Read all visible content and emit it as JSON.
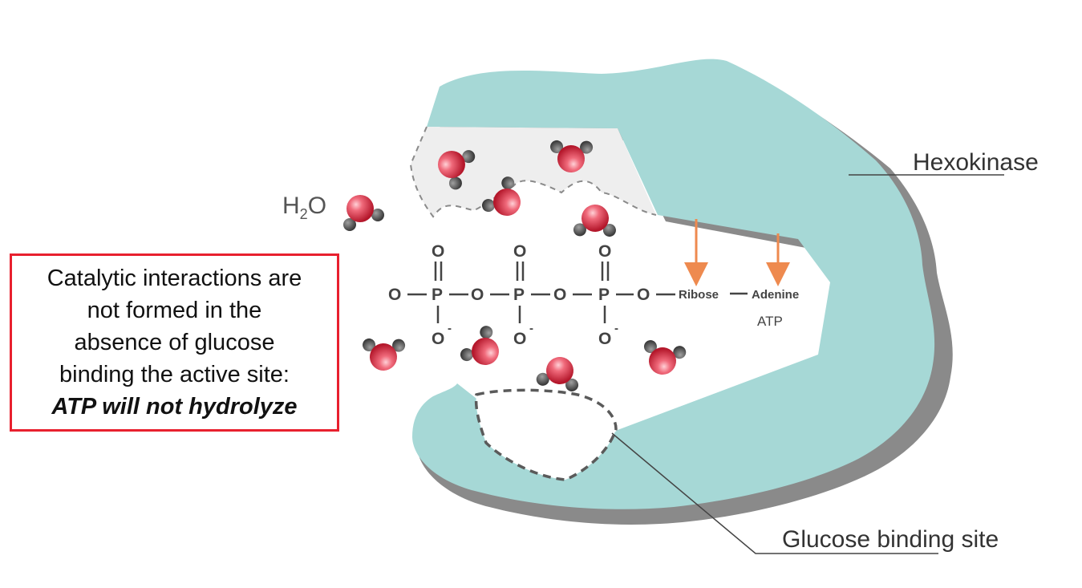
{
  "labels": {
    "hexokinase": "Hexokinase",
    "glucose_site": "Glucose binding site",
    "water_main": "H",
    "water_sub": "2",
    "water_tail": "O",
    "atp": "ATP",
    "ribose": "Ribose",
    "adenine": "Adenine",
    "oxygen": "O",
    "phosphorus": "P",
    "oxide_minus": "O",
    "minus": "-"
  },
  "callout": {
    "line1": "Catalytic interactions are",
    "line2": "not formed in the",
    "line3": "absence of glucose",
    "line4": "binding the active site:",
    "emphasis": "ATP will not hydrolyze"
  },
  "colors": {
    "enzyme": "#a6d8d6",
    "enzyme_shadow": "#8a8a8a",
    "oxygen_atom": "#d42a3c",
    "hydrogen_atom": "#555555",
    "arrow": "#ee8a4f",
    "callout_border": "#e8202e"
  }
}
